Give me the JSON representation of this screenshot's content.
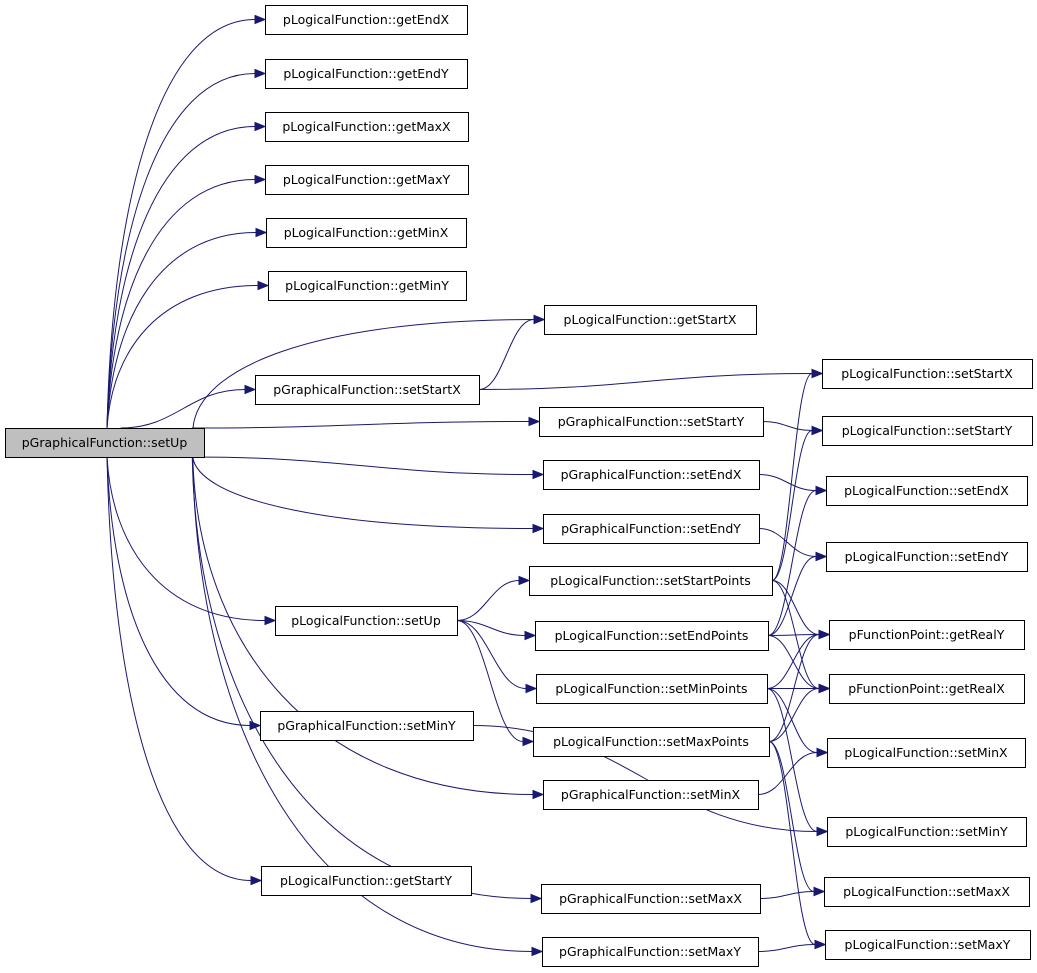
{
  "diagram": {
    "title": "",
    "colors": {
      "edge": "#191970",
      "root_fill": "#bfbfbf",
      "node_fill": "#ffffff",
      "node_border": "#000000"
    },
    "root": "pGraphicalFunction::setUp",
    "nodes": [
      {
        "id": "root",
        "label": "pGraphicalFunction::setUp"
      },
      {
        "id": "getEndX",
        "label": "pLogicalFunction::getEndX"
      },
      {
        "id": "getEndY",
        "label": "pLogicalFunction::getEndY"
      },
      {
        "id": "getMaxX",
        "label": "pLogicalFunction::getMaxX"
      },
      {
        "id": "getMaxY",
        "label": "pLogicalFunction::getMaxY"
      },
      {
        "id": "getMinX",
        "label": "pLogicalFunction::getMinX"
      },
      {
        "id": "getMinY",
        "label": "pLogicalFunction::getMinY"
      },
      {
        "id": "getStartX",
        "label": "pLogicalFunction::getStartX"
      },
      {
        "id": "gSetStartX",
        "label": "pGraphicalFunction::setStartX"
      },
      {
        "id": "lSetStartX",
        "label": "pLogicalFunction::setStartX"
      },
      {
        "id": "gSetStartY",
        "label": "pGraphicalFunction::setStartY"
      },
      {
        "id": "lSetStartY",
        "label": "pLogicalFunction::setStartY"
      },
      {
        "id": "gSetEndX",
        "label": "pGraphicalFunction::setEndX"
      },
      {
        "id": "lSetEndX",
        "label": "pLogicalFunction::setEndX"
      },
      {
        "id": "gSetEndY",
        "label": "pGraphicalFunction::setEndY"
      },
      {
        "id": "lSetEndY",
        "label": "pLogicalFunction::setEndY"
      },
      {
        "id": "setStartPoints",
        "label": "pLogicalFunction::setStartPoints"
      },
      {
        "id": "lSetUp",
        "label": "pLogicalFunction::setUp"
      },
      {
        "id": "setEndPoints",
        "label": "pLogicalFunction::setEndPoints"
      },
      {
        "id": "getRealY",
        "label": "pFunctionPoint::getRealY"
      },
      {
        "id": "setMinPoints",
        "label": "pLogicalFunction::setMinPoints"
      },
      {
        "id": "getRealX",
        "label": "pFunctionPoint::getRealX"
      },
      {
        "id": "gSetMinY",
        "label": "pGraphicalFunction::setMinY"
      },
      {
        "id": "setMaxPoints",
        "label": "pLogicalFunction::setMaxPoints"
      },
      {
        "id": "lSetMinX",
        "label": "pLogicalFunction::setMinX"
      },
      {
        "id": "gSetMinX",
        "label": "pGraphicalFunction::setMinX"
      },
      {
        "id": "lSetMinY",
        "label": "pLogicalFunction::setMinY"
      },
      {
        "id": "getStartY",
        "label": "pLogicalFunction::getStartY"
      },
      {
        "id": "gSetMaxX",
        "label": "pGraphicalFunction::setMaxX"
      },
      {
        "id": "lSetMaxX",
        "label": "pLogicalFunction::setMaxX"
      },
      {
        "id": "gSetMaxY",
        "label": "pGraphicalFunction::setMaxY"
      },
      {
        "id": "lSetMaxY",
        "label": "pLogicalFunction::setMaxY"
      }
    ],
    "edges": [
      {
        "from": "root",
        "to": "getEndX"
      },
      {
        "from": "root",
        "to": "getEndY"
      },
      {
        "from": "root",
        "to": "getMaxX"
      },
      {
        "from": "root",
        "to": "getMaxY"
      },
      {
        "from": "root",
        "to": "getMinX"
      },
      {
        "from": "root",
        "to": "getMinY"
      },
      {
        "from": "root",
        "to": "getStartX"
      },
      {
        "from": "root",
        "to": "gSetStartX"
      },
      {
        "from": "root",
        "to": "gSetStartY"
      },
      {
        "from": "root",
        "to": "gSetEndX"
      },
      {
        "from": "root",
        "to": "gSetEndY"
      },
      {
        "from": "root",
        "to": "lSetUp"
      },
      {
        "from": "root",
        "to": "gSetMinY"
      },
      {
        "from": "root",
        "to": "gSetMinX"
      },
      {
        "from": "root",
        "to": "getStartY"
      },
      {
        "from": "root",
        "to": "gSetMaxX"
      },
      {
        "from": "root",
        "to": "gSetMaxY"
      },
      {
        "from": "gSetStartX",
        "to": "getStartX"
      },
      {
        "from": "gSetStartX",
        "to": "lSetStartX"
      },
      {
        "from": "gSetStartY",
        "to": "lSetStartY"
      },
      {
        "from": "gSetEndX",
        "to": "lSetEndX"
      },
      {
        "from": "gSetEndY",
        "to": "lSetEndY"
      },
      {
        "from": "lSetUp",
        "to": "setStartPoints"
      },
      {
        "from": "lSetUp",
        "to": "setEndPoints"
      },
      {
        "from": "lSetUp",
        "to": "setMinPoints"
      },
      {
        "from": "lSetUp",
        "to": "setMaxPoints"
      },
      {
        "from": "setStartPoints",
        "to": "lSetStartX"
      },
      {
        "from": "setStartPoints",
        "to": "lSetStartY"
      },
      {
        "from": "setStartPoints",
        "to": "getRealY"
      },
      {
        "from": "setStartPoints",
        "to": "getRealX"
      },
      {
        "from": "setEndPoints",
        "to": "lSetEndX"
      },
      {
        "from": "setEndPoints",
        "to": "lSetEndY"
      },
      {
        "from": "setEndPoints",
        "to": "getRealY"
      },
      {
        "from": "setEndPoints",
        "to": "getRealX"
      },
      {
        "from": "setMinPoints",
        "to": "getRealY"
      },
      {
        "from": "setMinPoints",
        "to": "getRealX"
      },
      {
        "from": "setMinPoints",
        "to": "lSetMinX"
      },
      {
        "from": "setMinPoints",
        "to": "lSetMinY"
      },
      {
        "from": "setMaxPoints",
        "to": "getRealY"
      },
      {
        "from": "setMaxPoints",
        "to": "getRealX"
      },
      {
        "from": "setMaxPoints",
        "to": "lSetMaxX"
      },
      {
        "from": "setMaxPoints",
        "to": "lSetMaxY"
      },
      {
        "from": "gSetMinY",
        "to": "lSetMinY"
      },
      {
        "from": "gSetMinX",
        "to": "lSetMinX"
      },
      {
        "from": "gSetMaxX",
        "to": "lSetMaxX"
      },
      {
        "from": "gSetMaxY",
        "to": "lSetMaxY"
      }
    ]
  }
}
